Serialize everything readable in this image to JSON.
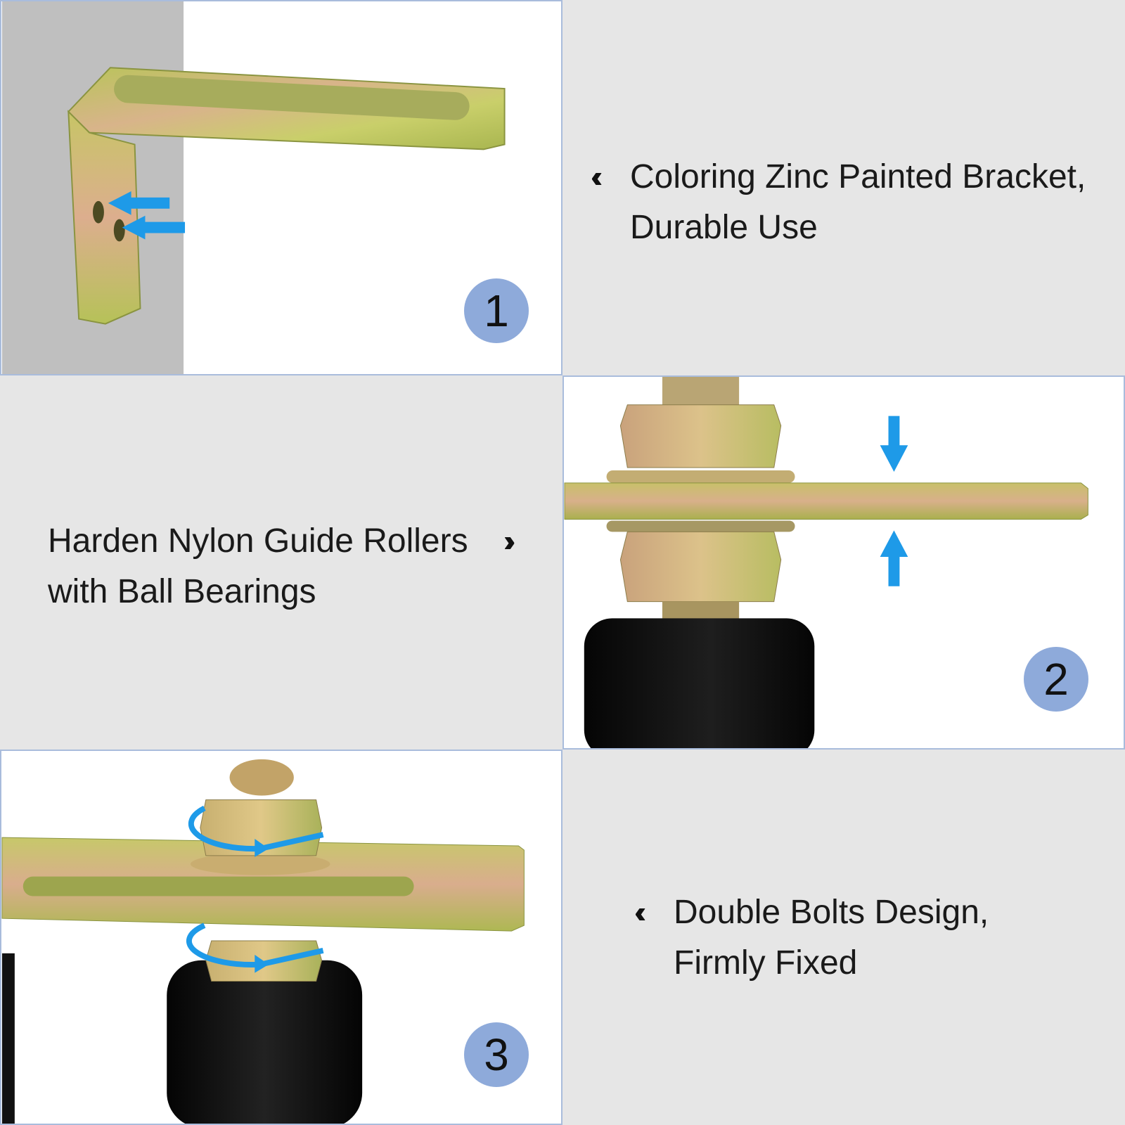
{
  "colors": {
    "accent_blue": "#1e9ae8",
    "badge": "#8eaada",
    "panel_border": "#a9bcdc",
    "text_bg": "#e6e6e6"
  },
  "panels": [
    {
      "badge": "1"
    },
    {
      "badge": "2"
    },
    {
      "badge": "3"
    }
  ],
  "features": [
    {
      "lines": [
        "Coloring Zinc Painted Bracket,",
        "Durable Use"
      ],
      "chevron": "‹‹",
      "chevron_icon": "double-chevron-left-icon"
    },
    {
      "lines": [
        "Harden Nylon Guide Rollers",
        "with Ball Bearings"
      ],
      "chevron": "››",
      "chevron_icon": "double-chevron-right-icon"
    },
    {
      "lines": [
        "Double Bolts Design,",
        "Firmly Fixed"
      ],
      "chevron": "‹‹",
      "chevron_icon": "double-chevron-left-icon"
    }
  ]
}
